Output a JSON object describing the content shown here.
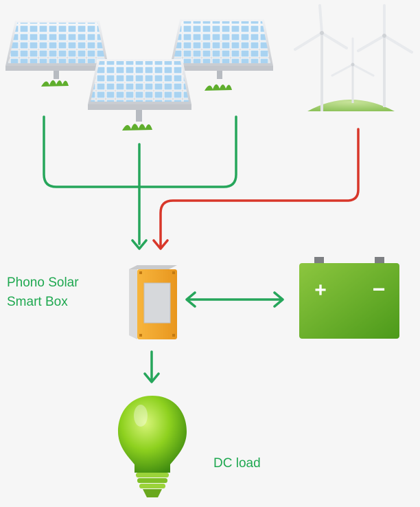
{
  "diagram": {
    "smart_box": {
      "label_line_1": "Phono Solar",
      "label_line_2": "Smart Box"
    },
    "dc_load": {
      "label": "DC load"
    },
    "battery": {
      "positive_symbol": "+",
      "negative_symbol": "−"
    },
    "colors": {
      "solar_flow": "#26a65b",
      "wind_flow": "#d8372a",
      "label_text": "#1fa850",
      "panel_cell": "#a9d3f1",
      "panel_frame": "#e3e5e8",
      "battery": "#7cbd1e",
      "smart_box": "#f4a72c",
      "bulb": "#8ed11f",
      "background": "#f6f6f6"
    },
    "icons": [
      "solar-panel-icon",
      "wind-turbine-icon",
      "smart-box-icon",
      "battery-icon",
      "light-bulb-icon",
      "grass-icon"
    ]
  }
}
